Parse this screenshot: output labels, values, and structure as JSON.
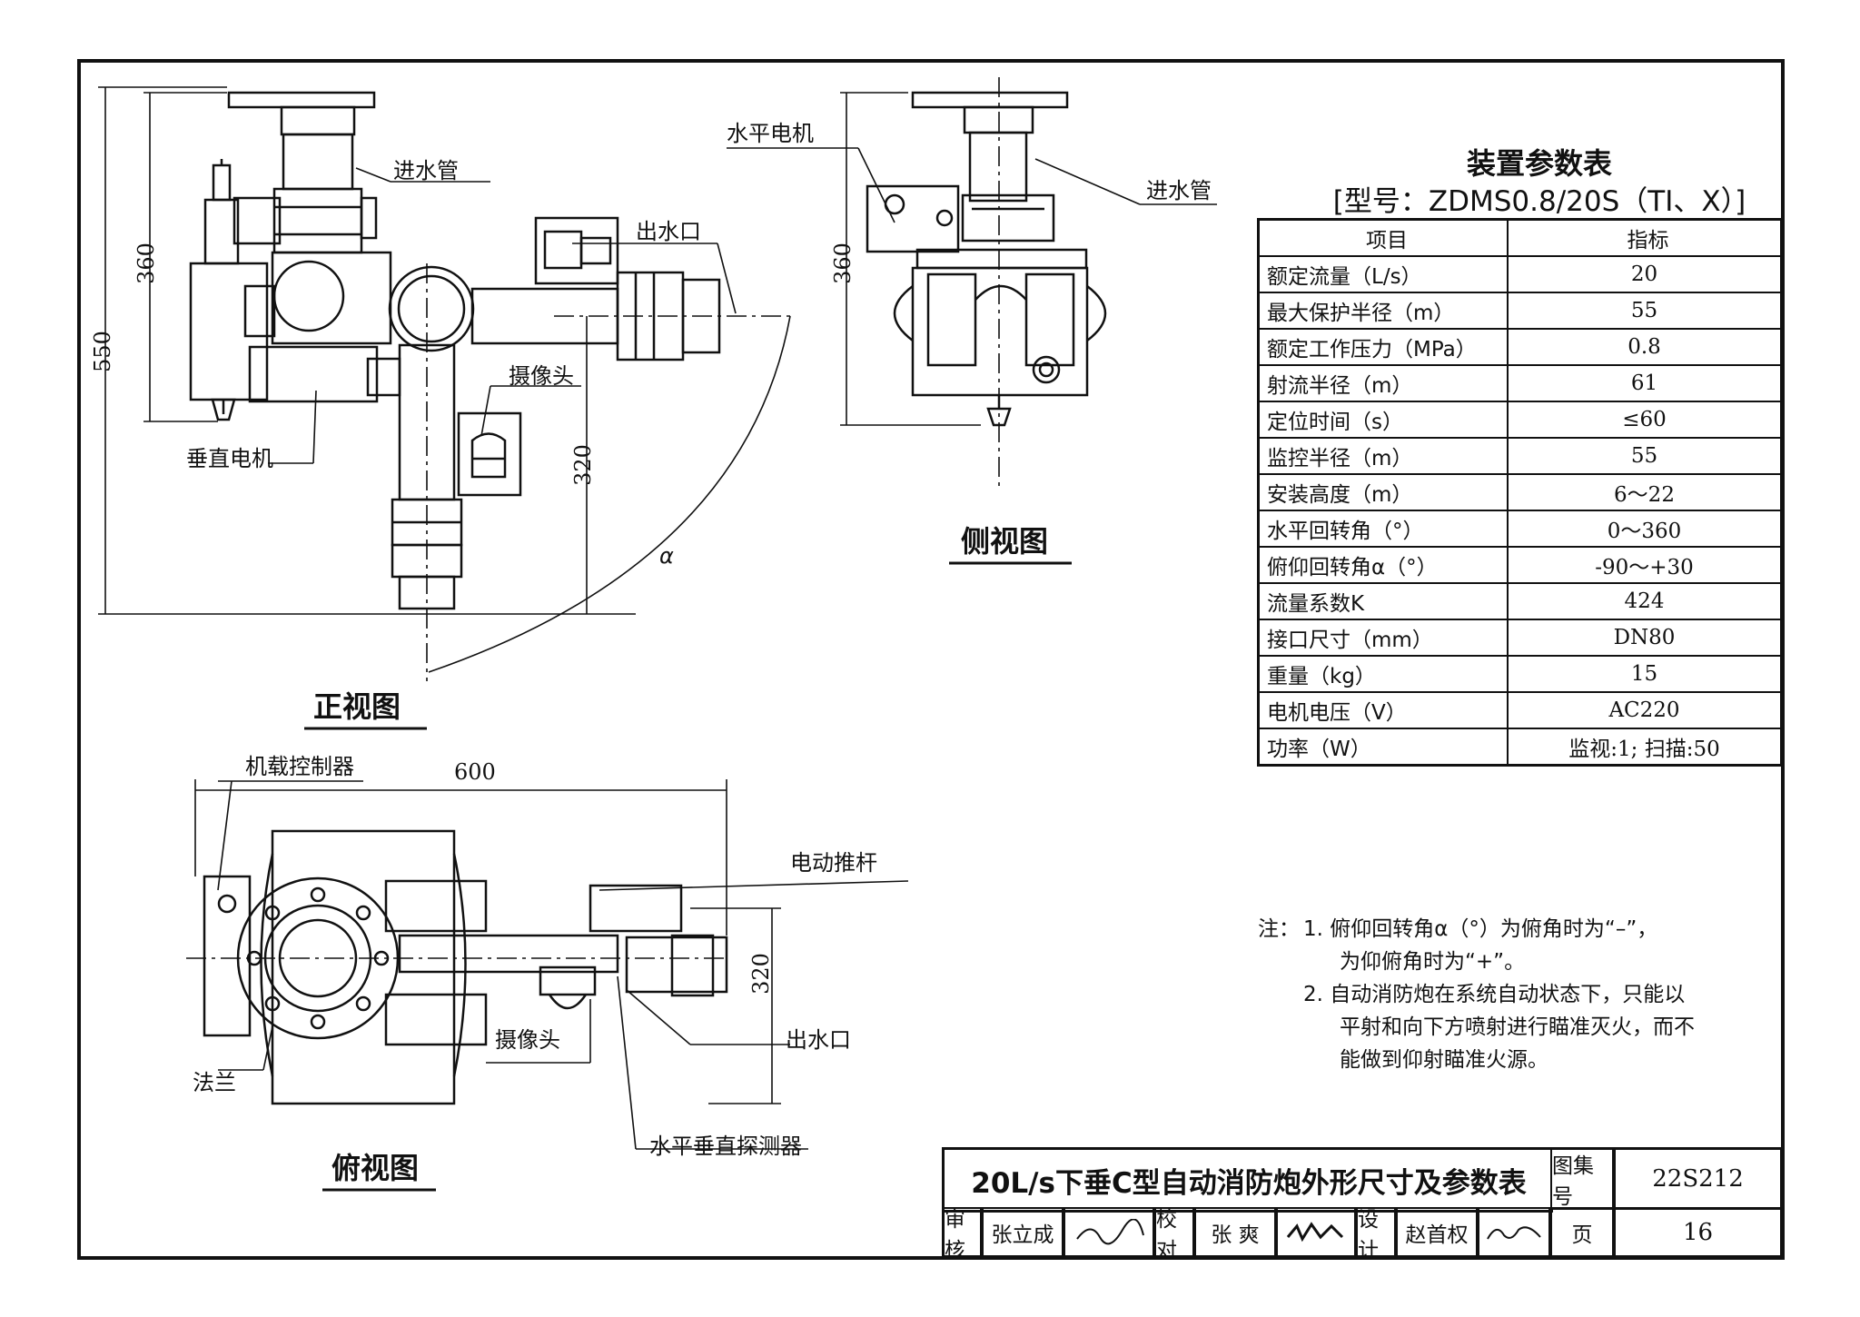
{
  "views": {
    "front_title": "正视图",
    "side_title": "侧视图",
    "top_title": "俯视图"
  },
  "labels": {
    "inlet_pipe": "进水管",
    "outlet": "出水口",
    "camera": "摄像头",
    "vertical_motor": "垂直电机",
    "horizontal_motor": "水平电机",
    "side_inlet_pipe": "进水管",
    "controller": "机载控制器",
    "electric_pusher": "电动推杆",
    "top_camera": "摄像头",
    "top_outlet": "出水口",
    "flange": "法兰",
    "detector": "水平垂直探测器",
    "alpha": "α"
  },
  "dimensions": {
    "front_height_total": "550",
    "front_height_upper": "360",
    "front_height_lower": "320",
    "side_height": "360",
    "top_width": "600",
    "top_height": "320"
  },
  "param_table": {
    "title": "装置参数表",
    "model": "[型号：ZDMS0.8/20S（TI、X）]",
    "headers": [
      "项目",
      "指标"
    ],
    "rows": [
      [
        "额定流量（L/s）",
        "20"
      ],
      [
        "最大保护半径（m）",
        "55"
      ],
      [
        "额定工作压力（MPa）",
        "0.8"
      ],
      [
        "射流半径（m）",
        "61"
      ],
      [
        "定位时间（s）",
        "≤60"
      ],
      [
        "监控半径（m）",
        "55"
      ],
      [
        "安装高度（m）",
        "6～22"
      ],
      [
        "水平回转角（°）",
        "0～360"
      ],
      [
        "俯仰回转角α（°）",
        "-90～+30"
      ],
      [
        "流量系数K",
        "424"
      ],
      [
        "接口尺寸（mm）",
        "DN80"
      ],
      [
        "重量（kg）",
        "15"
      ],
      [
        "电机电压（V）",
        "AC220"
      ],
      [
        "功率（W）",
        "监视:1; 扫描:50"
      ]
    ]
  },
  "notes": {
    "prefix": "注：",
    "n1a": "1. 俯仰回转角α（°）为俯角时为“–”，",
    "n1b": "为仰俯角时为“+”。",
    "n2a": "2. 自动消防炮在系统自动状态下，只能以",
    "n2b": "平射和向下方喷射进行瞄准灭火，而不",
    "n2c": "能做到仰射瞄准火源。"
  },
  "title_block": {
    "drawing_title": "20L/s下垂C型自动消防炮外形尺寸及参数表",
    "atlas_label": "图集号",
    "atlas_no": "22S212",
    "review_label": "审核",
    "reviewer": "张立成",
    "check_label": "校对",
    "checker": "张 爽",
    "design_label": "设计",
    "designer": "赵首权",
    "page_label": "页",
    "page_no": "16"
  }
}
